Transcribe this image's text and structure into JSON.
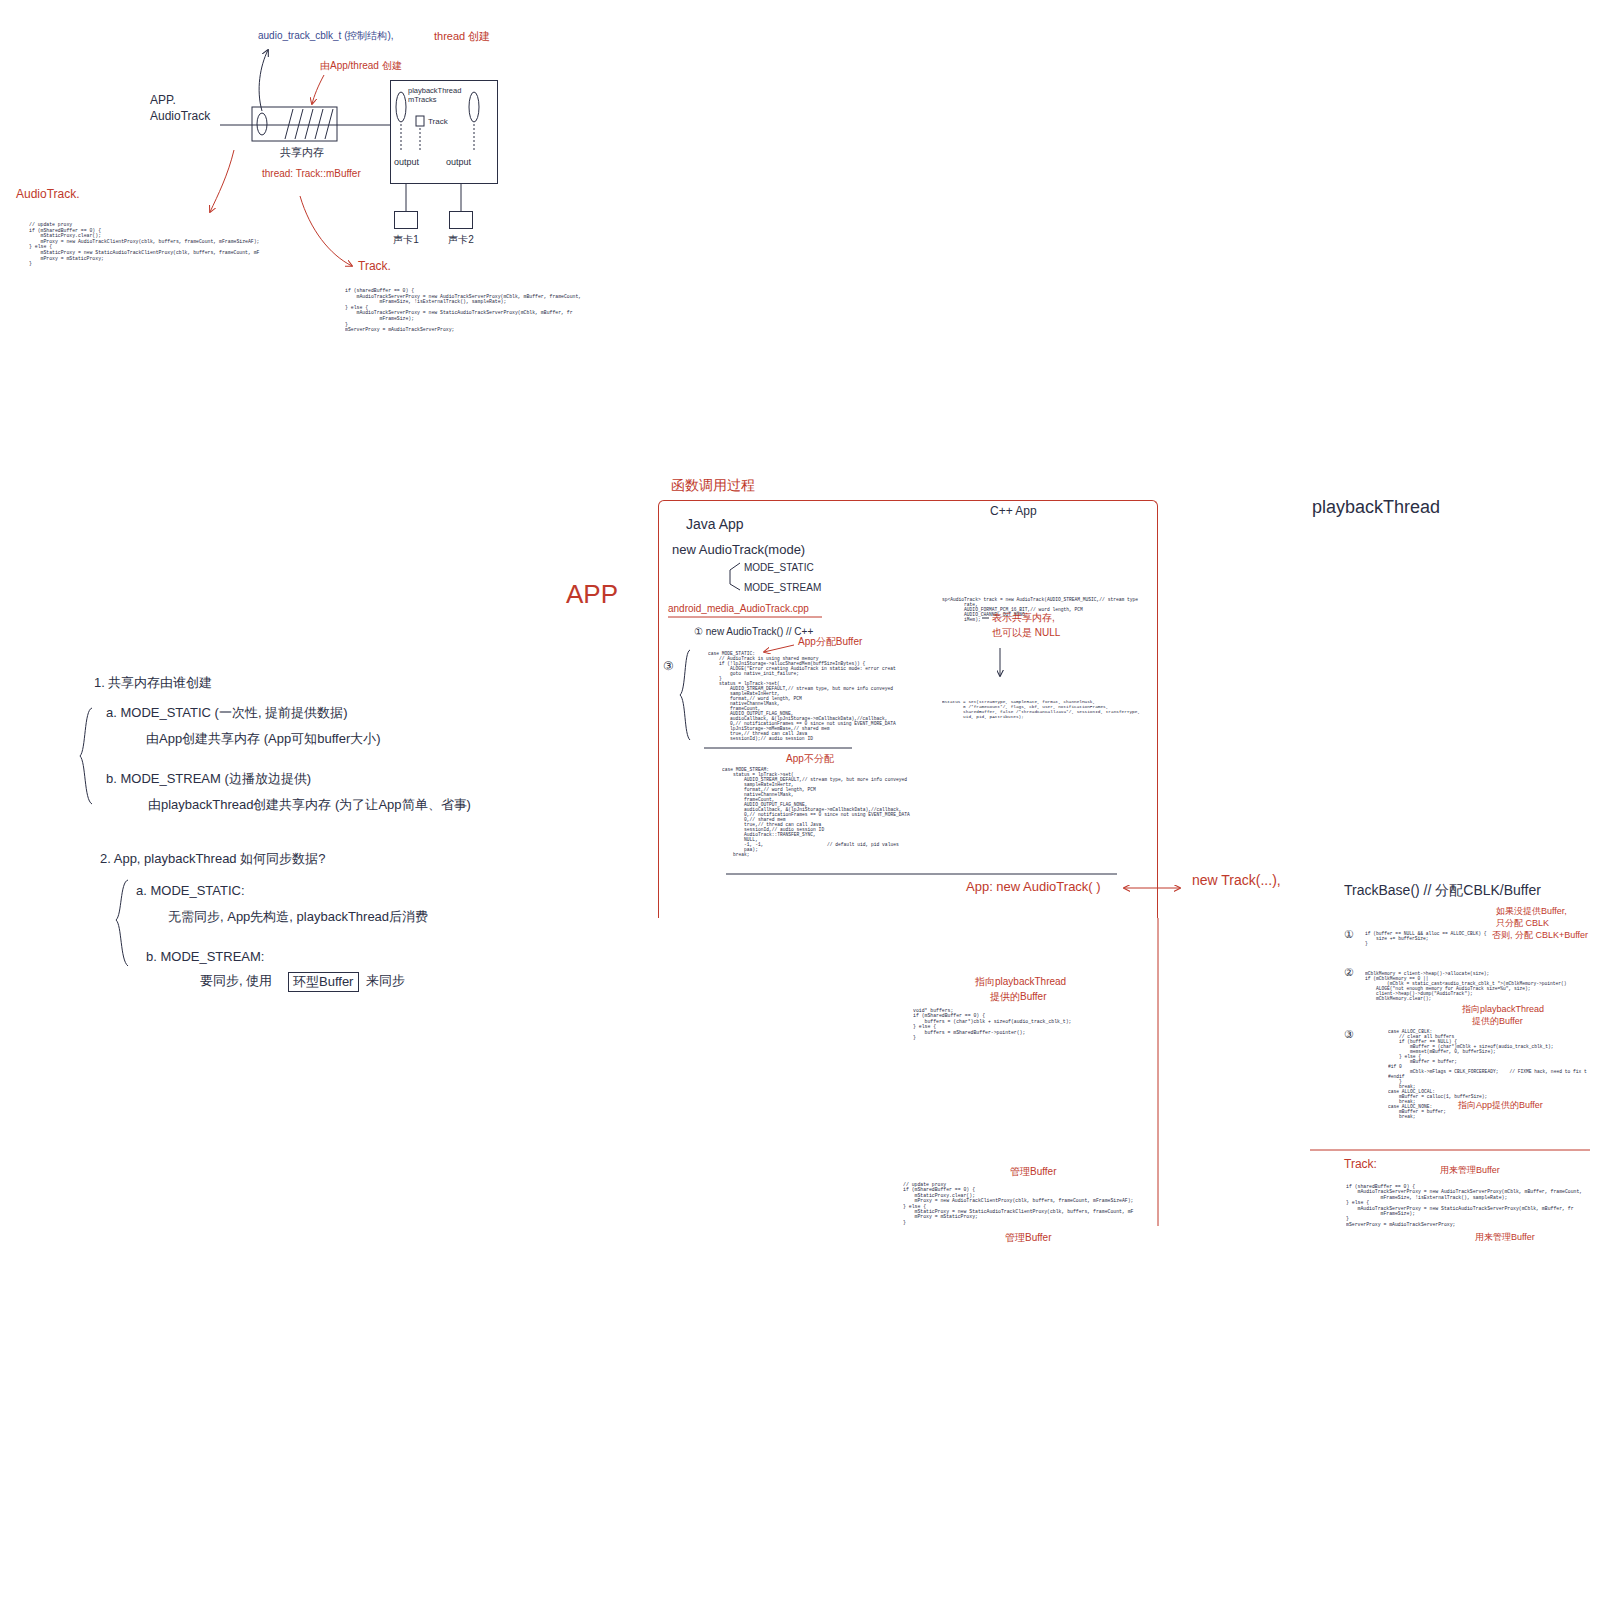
{
  "diagram": {
    "nodes": [
      {
        "text": [
          "playbackThread mTracks"
        ]
      },
      {
        "text": [
          "声卡1"
        ]
      },
      {
        "text": [
          "声卡2"
        ]
      },
      {
        "text": [
          "环型Buffer"
        ]
      },
      {
        "text": [
          "函数调用过程"
        ]
      }
    ],
    "edges": [
      {
        "from": 0,
        "to": 1,
        "arrow": "none"
      },
      {
        "from": 0,
        "to": 2,
        "arrow": "none"
      }
    ],
    "labels": [
      "APP.",
      "AudioTrack",
      "audio_track_cblk_t (控制结构),",
      "thread 创建",
      "由App/thread 创建",
      "共享内存",
      "thread: Track::mBuffer",
      "Track",
      "output",
      "output",
      "AudioTrack.",
      "// update proxy",
      "if (mSharedBuffer == 0) {",
      "    mStaticProxy.clear();",
      "    mProxy = new AudioTrackClientProxy(cblk, buffers, frameCount, mFrameSizeAF);",
      "} else {",
      "    mStaticProxy = new StaticAudioTrackClientProxy(cblk, buffers, frameCount, mF",
      "    mProxy = mStaticProxy;",
      "}",
      "Track.",
      "if (sharedBuffer == 0) {",
      "    mAudioTrackServerProxy = new AudioTrackServerProxy(mCblk, mBuffer, frameCount,",
      "            mFrameSize, !isExternalTrack(), sampleRate);",
      "} else {",
      "    mAudioTrackServerProxy = new StaticAudioTrackServerProxy(mCblk, mBuffer, fr",
      "            mFrameSize);",
      "}",
      "mServerProxy = mAudioTrackServerProxy;",
      "1. 共享内存由谁创建",
      "a. MODE_STATIC (一次性, 提前提供数据)",
      "由App创建共享内存 (App可知buffer大小)",
      "b. MODE_STREAM (边播放边提供)",
      "由playbackThread创建共享内存 (为了让App简单、省事)",
      "2. App, playbackThread 如何同步数据?",
      "a. MODE_STATIC:",
      "无需同步, App先构造, playbackThread后消费",
      "b. MODE_STREAM:",
      "要同步, 使用",
      "来同步",
      "APP",
      "Java App",
      "new AudioTrack(mode)",
      "MODE_STATIC",
      "MODE_STREAM",
      "android_media_AudioTrack.cpp",
      "① new AudioTrack() // C++",
      "③",
      "App分配Buffer",
      "case MODE_STATIC:",
      "    // AudioTrack is using shared memory",
      "    if (!lpJniStorage->allocSharedMem(buffSizeInBytes)) {",
      "        ALOGE(\"Error creating AudioTrack in static mode: error creat",
      "        goto native_init_failure;",
      "    }",
      "    status = lpTrack->set(",
      "        AUDIO_STREAM_DEFAULT,// stream type, but more info conveyed",
      "        sampleRateInHertz,",
      "        format,// word length, PCM",
      "        nativeChannelMask,",
      "        frameCount,",
      "        AUDIO_OUTPUT_FLAG_NONE,",
      "        audioCallback, &(lpJniStorage->mCallbackData),//callback,",
      "        0,// notificationFrames == 0 since not using EVENT_MORE_DATA",
      "        lpJniStorage->mMemBase,// shared mem",
      "        true,// thread can call Java",
      "        sessionId);// audio session ID",
      "App不分配",
      "case MODE_STREAM:",
      "    status = lpTrack->set(",
      "        AUDIO_STREAM_DEFAULT,// stream type, but more info conveyed",
      "        sampleRateInHertz,",
      "        format,// word length, PCM",
      "        nativeChannelMask,",
      "        frameCount,",
      "        AUDIO_OUTPUT_FLAG_NONE,",
      "        audioCallback, &(lpJniStorage->mCallbackData),//callback,",
      "        0,// notificationFrames == 0 since not using EVENT_MORE_DATA",
      "        0,// shared mem",
      "        true,// thread can call Java",
      "        sessionId,// audio session ID",
      "        AudioTrack::TRANSFER_SYNC,",
      "        NULL,",
      "        -1, -1,                       // default uid, pid values",
      "        paa);",
      "    break;",
      "C++ App",
      "sp<AudioTrack> track = new AudioTrack(AUDIO_STREAM_MUSIC,// stream type",
      "        rate,",
      "        AUDIO_FORMAT_PCM_16_BIT,// word length, PCM",
      "        AUDIO_CHANNEL_OUT_MONO,",
      "        iMem);",
      "表示共享内存,",
      "也可以是 NULL",
      "mStatus = set(streamType, sampleRate, format, channelMask,",
      "        0 /*frameCount*/, flags, cbf, user, notificationFrames,",
      "        sharedBuffer, false /*threadCanCallJava*/, sessionId, transferType,",
      "        uid, pid, pAttributes);",
      "playbackThread",
      "App: new AudioTrack( )",
      "new Track(...),",
      "void* buffers;",
      "if (mSharedBuffer == 0) {",
      "    buffers = (char*)cblk + sizeof(audio_track_cblk_t);",
      "} else {",
      "    buffers = mSharedBuffer->pointer();",
      "}",
      "指向playbackThread",
      "提供的Buffer",
      "// update proxy",
      "if (mSharedBuffer == 0) {",
      "    mStaticProxy.clear();",
      "    mProxy = new AudioTrackClientProxy(cblk, buffers, frameCount, mFrameSizeAF);",
      "} else {",
      "    mStaticProxy = new StaticAudioTrackClientProxy(cblk, buffers, frameCount, mF",
      "    mProxy = mStaticProxy;",
      "}",
      "管理Buffer",
      "管理Buffer",
      "TrackBase() // 分配CBLK/Buffer",
      "①",
      "if (buffer == NULL && alloc == ALLOC_CBLK) {",
      "    size += bufferSize;",
      "}",
      "②",
      "mCblkMemory = client->heap()->allocate(size);",
      "if (mCblkMemory == 0 ||",
      "        (mCblk = static_cast<audio_track_cblk_t *>(mCblkMemory->pointer()",
      "    ALOGE(\"not enough memory for AudioTrack size=%u\", size);",
      "    client->heap()->dump(\"AudioTrack\");",
      "    mCblkMemory.clear();",
      "如果没提供Buffer,",
      "只分配 CBLK",
      "否则, 分配 CBLK+Buffer",
      "③",
      "case ALLOC_CBLK:",
      "    // clear all buffers",
      "    if (buffer == NULL) {",
      "        mBuffer = (char*)mCblk + sizeof(audio_track_cblk_t);",
      "        memset(mBuffer, 0, bufferSize);",
      "    } else {",
      "        mBuffer = buffer;",
      "#if 0",
      "        mCblk->mFlags = CBLK_FORCEREADY;    // FIXME hack, need to fix t",
      "#endif",
      "    }",
      "    break;",
      "case ALLOC_LOCAL:",
      "    mBuffer = calloc(1, bufferSize);",
      "    break;",
      "case ALLOC_NONE:",
      "    mBuffer = buffer;",
      "    break;",
      "指向playbackThread",
      "提供的Buffer",
      "指向App提供的Buffer",
      "Track:",
      "if (sharedBuffer == 0) {",
      "    mAudioTrackServerProxy = new AudioTrackServerProxy(mCblk, mBuffer, frameCount,",
      "            mFrameSize, !isExternalTrack(), sampleRate);",
      "} else {",
      "    mAudioTrackServerProxy = new StaticAudioTrackServerProxy(mCblk, mBuffer, fr",
      "            mFrameSize);",
      "}",
      "mServerProxy = mAudioTrackServerProxy;",
      "用来管理Buffer",
      "用来管理Buffer"
    ]
  }
}
